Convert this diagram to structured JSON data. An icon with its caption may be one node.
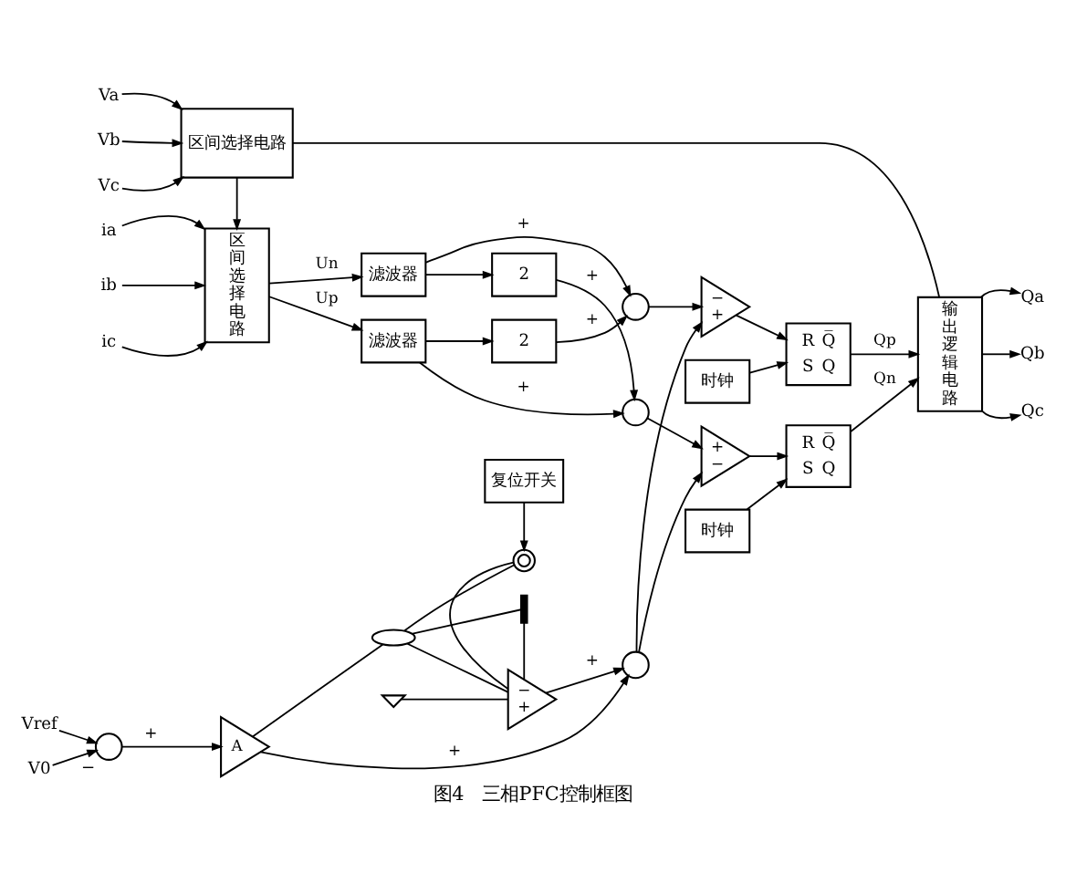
{
  "diagram": {
    "caption": "图4　三相PFC控制框图",
    "nodes": [
      {
        "text": [
          "Va"
        ]
      },
      {
        "text": [
          "Vb"
        ]
      },
      {
        "text": [
          "Vc"
        ]
      },
      {
        "text": [
          "区间选择电路"
        ]
      },
      {
        "text": [
          "ia"
        ]
      },
      {
        "text": [
          "ib"
        ]
      },
      {
        "text": [
          "ic"
        ]
      },
      {
        "text": [
          "区间选择电路"
        ]
      },
      {
        "text": [
          "滤波器"
        ]
      },
      {
        "text": [
          "2"
        ]
      },
      {
        "text": [],
        "shape": "circle"
      },
      {
        "text": [
          "滤波器"
        ]
      },
      {
        "text": [
          "2"
        ]
      },
      {
        "text": [],
        "shape": "circle"
      },
      {
        "text": [
          "−",
          "+"
        ]
      },
      {
        "text": [
          "R",
          "Q̅",
          "S",
          "Q"
        ]
      },
      {
        "text": [
          "时钟"
        ]
      },
      {
        "text": [
          "+",
          "−"
        ]
      },
      {
        "text": [
          "R",
          "Q̅",
          "S",
          "Q"
        ]
      },
      {
        "text": [
          "时钟"
        ]
      },
      {
        "text": [
          "输出逻辑电路"
        ]
      },
      {
        "text": [
          "Qa"
        ]
      },
      {
        "text": [
          "Qb"
        ]
      },
      {
        "text": [
          "Qc"
        ]
      },
      {
        "text": [
          "复位开关"
        ]
      },
      {
        "text": [],
        "shape": "switch"
      },
      {
        "text": [],
        "shape": "capacitor"
      },
      {
        "text": [
          "Vref"
        ]
      },
      {
        "text": [
          "V0"
        ]
      },
      {
        "text": [],
        "shape": "circle",
        "beside": [
          "−"
        ]
      },
      {
        "text": [
          "A"
        ]
      },
      {
        "text": [],
        "shape": "coil"
      },
      {
        "text": [
          "−",
          "+"
        ]
      },
      {
        "text": [],
        "shape": "circle"
      },
      {
        "text": [],
        "shape": "ground"
      }
    ],
    "edges": [
      {
        "from": 0,
        "to": 3,
        "arrow": "to"
      },
      {
        "from": 1,
        "to": 3,
        "arrow": "to"
      },
      {
        "from": 2,
        "to": 3,
        "arrow": "to"
      },
      {
        "from": 3,
        "to": 7,
        "arrow": "to"
      },
      {
        "from": 3,
        "to": 20,
        "arrow": "none"
      },
      {
        "from": 4,
        "to": 7,
        "arrow": "to"
      },
      {
        "from": 5,
        "to": 7,
        "arrow": "to"
      },
      {
        "from": 6,
        "to": 7,
        "arrow": "to"
      },
      {
        "from": 7,
        "to": 8,
        "arrow": "to",
        "label": "Up"
      },
      {
        "from": 7,
        "to": 11,
        "arrow": "to",
        "label": "Un"
      },
      {
        "from": 8,
        "to": 9,
        "arrow": "to"
      },
      {
        "from": 8,
        "to": 13,
        "arrow": "to",
        "label": "+"
      },
      {
        "from": 9,
        "to": 10,
        "arrow": "to",
        "label": "+"
      },
      {
        "from": 11,
        "to": 12,
        "arrow": "to"
      },
      {
        "from": 11,
        "to": 10,
        "arrow": "to",
        "label": "+"
      },
      {
        "from": 12,
        "to": 13,
        "arrow": "to",
        "label": "+"
      },
      {
        "from": 10,
        "to": 14,
        "arrow": "to"
      },
      {
        "from": 13,
        "to": 17,
        "arrow": "to"
      },
      {
        "from": 33,
        "to": 14,
        "arrow": "to"
      },
      {
        "from": 33,
        "to": 17,
        "arrow": "to"
      },
      {
        "from": 14,
        "to": 15,
        "arrow": "to"
      },
      {
        "from": 16,
        "to": 15,
        "arrow": "to"
      },
      {
        "from": 15,
        "to": 20,
        "arrow": "to",
        "label": "Qp"
      },
      {
        "from": 17,
        "to": 18,
        "arrow": "to"
      },
      {
        "from": 19,
        "to": 18,
        "arrow": "to"
      },
      {
        "from": 18,
        "to": 20,
        "arrow": "to",
        "label": "Qn"
      },
      {
        "from": 20,
        "to": 21,
        "arrow": "to"
      },
      {
        "from": 20,
        "to": 22,
        "arrow": "to"
      },
      {
        "from": 20,
        "to": 23,
        "arrow": "to"
      },
      {
        "from": 24,
        "to": 25,
        "arrow": "to"
      },
      {
        "from": 28,
        "to": 29,
        "arrow": "to"
      },
      {
        "from": 27,
        "to": 29,
        "arrow": "to"
      },
      {
        "from": 29,
        "to": 30,
        "arrow": "to",
        "label": "+"
      },
      {
        "from": 30,
        "to": 31,
        "arrow": "none"
      },
      {
        "from": 30,
        "to": 33,
        "arrow": "to",
        "label": "+"
      },
      {
        "from": 31,
        "to": 32,
        "arrow": "none"
      },
      {
        "from": 31,
        "to": 25,
        "arrow": "none"
      },
      {
        "from": 31,
        "to": 26,
        "arrow": "none"
      },
      {
        "from": 25,
        "to": 32,
        "arrow": "none"
      },
      {
        "from": 26,
        "to": 32,
        "arrow": "none"
      },
      {
        "from": 32,
        "to": 33,
        "arrow": "to",
        "label": "+"
      },
      {
        "from": 34,
        "to": 32,
        "arrow": "none"
      }
    ]
  }
}
